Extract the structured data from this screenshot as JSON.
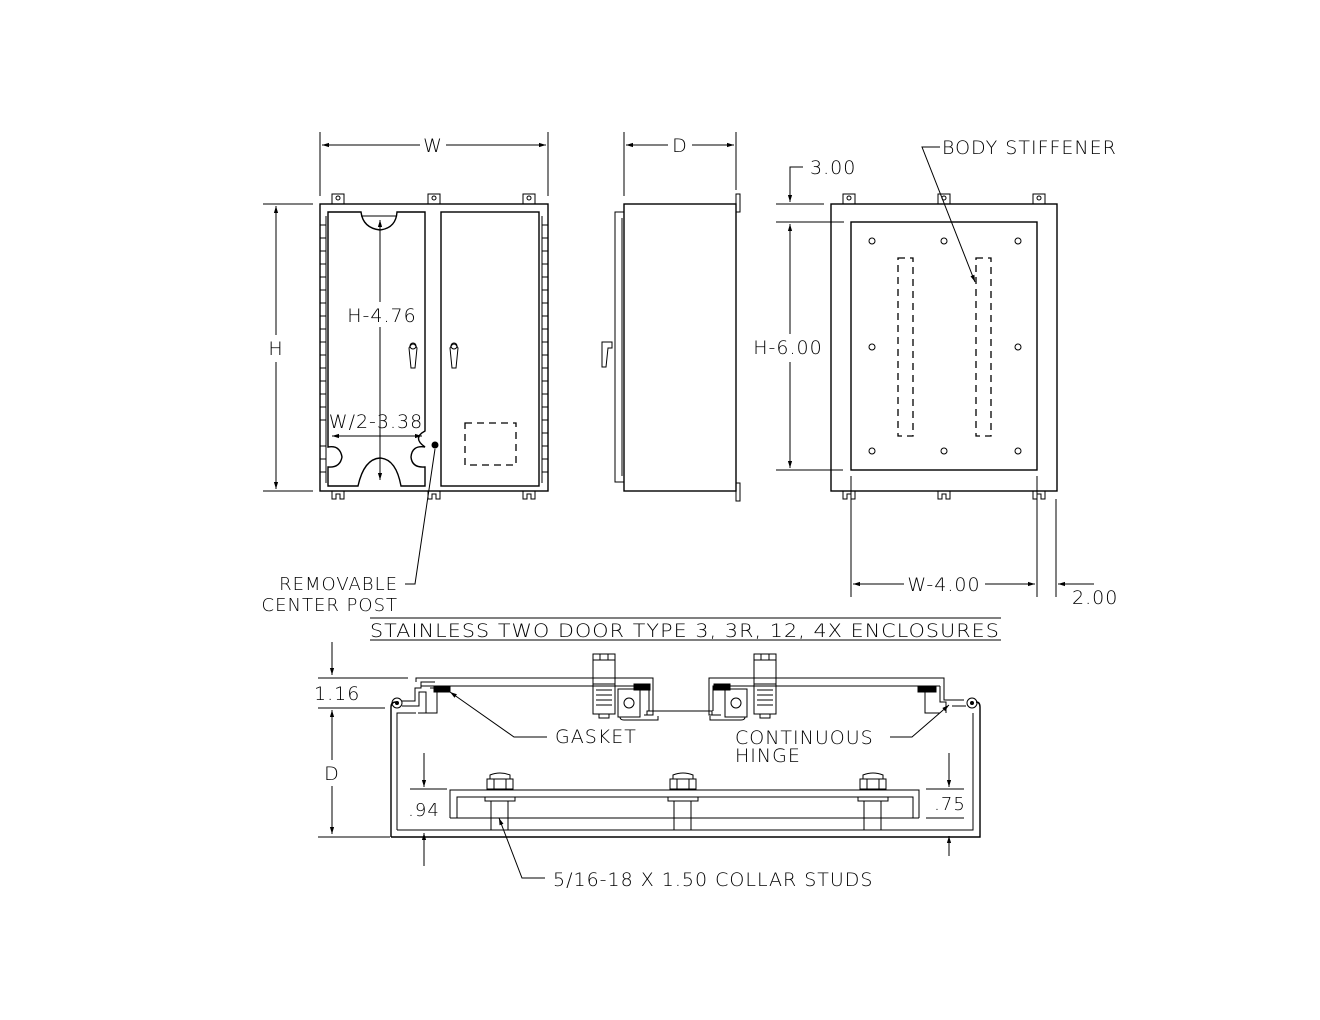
{
  "title": "STAINLESS TWO DOOR TYPE 3, 3R, 12, 4X ENCLOSURES",
  "colors": {
    "line": "#000000",
    "background": "#ffffff"
  },
  "front_view": {
    "width_label": "W",
    "height_label": "H",
    "inner_height_label": "H-4.76",
    "inner_width_label": "W/2-3.38",
    "callout_removable": "REMOVABLE",
    "callout_center_post": "CENTER POST"
  },
  "side_view": {
    "depth_label": "D"
  },
  "back_view": {
    "callout_body_stiffener": "BODY STIFFENER",
    "top_offset_label": "3.00",
    "inner_height_label": "H-6.00",
    "inner_width_label": "W-4.00",
    "side_offset_label": "2.00"
  },
  "section_view": {
    "door_depth_label": "1.16",
    "depth_label": "D",
    "left_stud_label": ".94",
    "right_stud_label": ".75",
    "callout_gasket": "GASKET",
    "callout_continuous": "CONTINUOUS",
    "callout_hinge": "HINGE",
    "callout_studs": "5/16-18 X 1.50 COLLAR STUDS"
  }
}
